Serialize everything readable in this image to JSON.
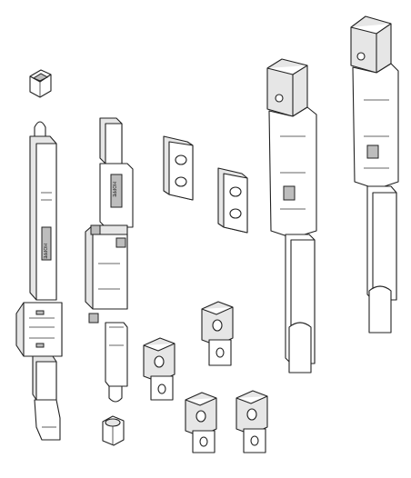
{
  "image": {
    "background": "#ffffff",
    "line_color": "#222222",
    "shade_color": "#e6e6e6",
    "components": [
      "cap-top",
      "long-bar",
      "slotted-bar",
      "plate-a",
      "plate-b",
      "hinge-arm-short",
      "hinge-arm-tall",
      "bracket-1",
      "bracket-2",
      "bracket-3",
      "bracket-4",
      "bracket-5",
      "cap-bottom"
    ]
  }
}
